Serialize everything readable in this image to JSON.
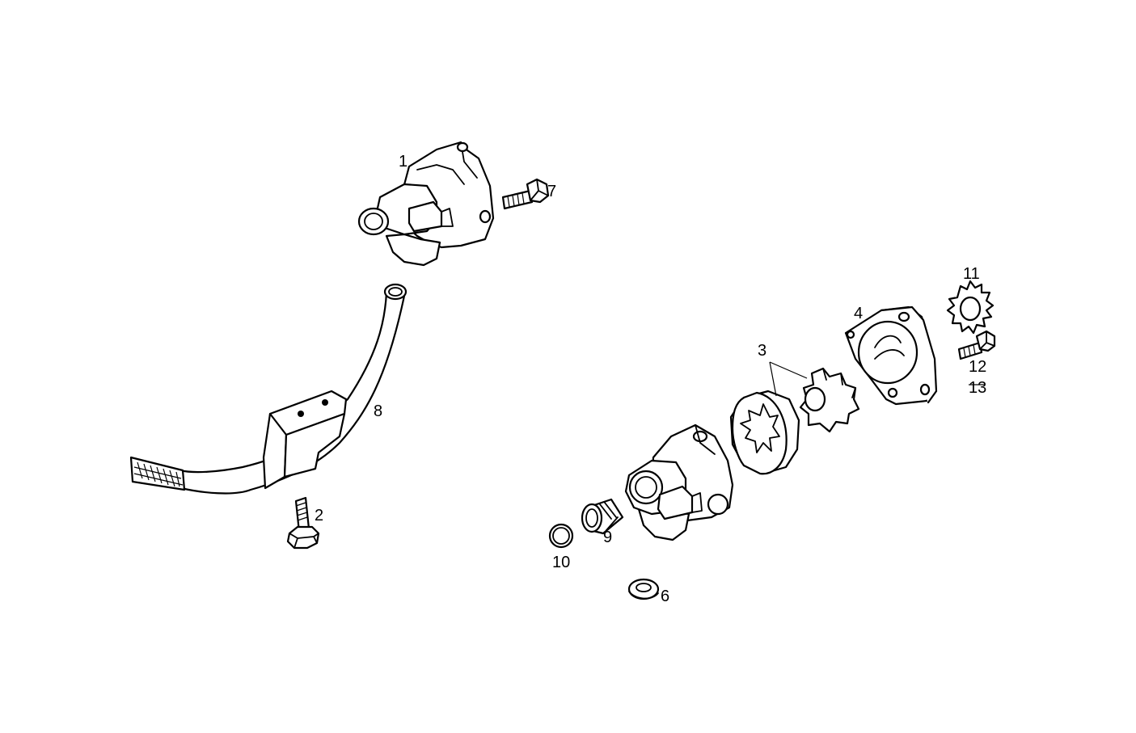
{
  "labels": {
    "l1": "1",
    "l2": "2",
    "l3": "3",
    "l4": "4",
    "l6": "6",
    "l7": "7",
    "l8": "8",
    "l9": "9",
    "l10": "10",
    "l11": "11",
    "l12": "12",
    "l13": "13"
  },
  "colors": {
    "line": "#000000",
    "background": "#ffffff"
  }
}
